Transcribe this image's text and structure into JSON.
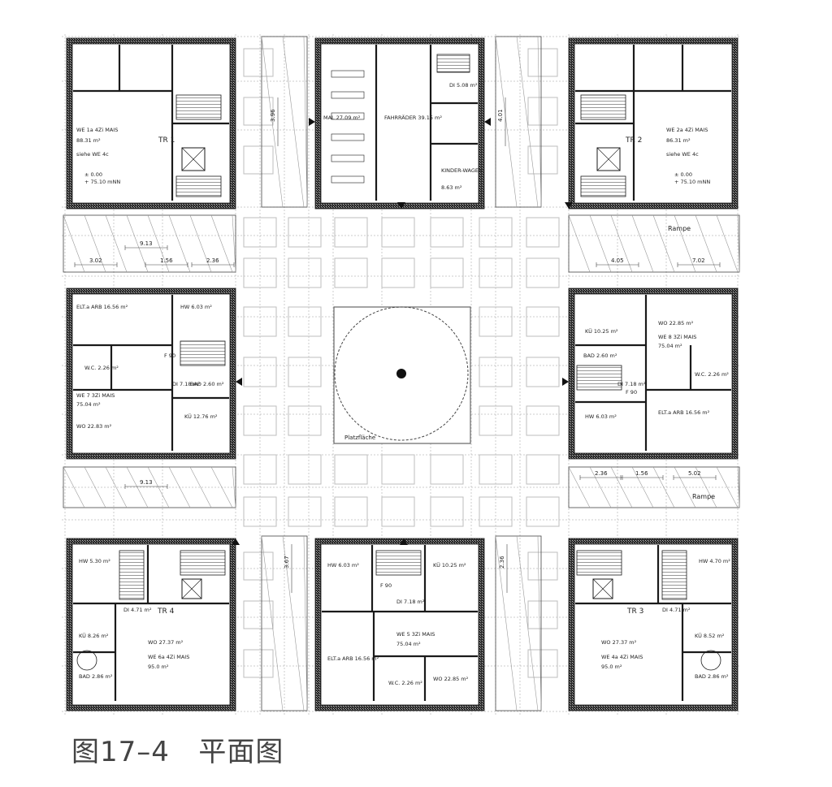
{
  "caption": {
    "figure_number": "图17–4",
    "title": "平面图"
  },
  "colors": {
    "wall": "#1a1a1a",
    "line": "#444444",
    "grid": "#9a9a9a",
    "paving": "#bdbdbd",
    "caption": "#444444"
  },
  "towers": [
    {
      "key": "nw",
      "label": "TR 1",
      "lines": [
        "WE 1a 4Zi MAIS",
        "88.31 m²",
        "siehe WE 4c",
        "± 0.00",
        "+ 75.10 mNN"
      ]
    },
    {
      "key": "ne",
      "label": "TR 2",
      "lines": [
        "WE 2a 4Zi MAIS",
        "86.31 m²",
        "siehe WE 4c",
        "± 0.00",
        "+ 75.10 mNN"
      ]
    },
    {
      "key": "sw",
      "label": "TR 4",
      "lines": [
        "WO 27.37 m²",
        "WE 6a 4Zi MAIS",
        "95.0 m²",
        "KÜ 8.26 m²",
        "BAD 2.86 m²",
        "HW 5.30 m²",
        "DI 4.71 m²"
      ]
    },
    {
      "key": "se",
      "label": "TR 3",
      "lines": [
        "WO 27.37 m²",
        "WE 4a 4Zi MAIS",
        "95.0 m²",
        "KÜ 8.52 m²",
        "BAD 2.86 m²",
        "HW 4.70 m²",
        "DI 4.71 m²"
      ]
    }
  ],
  "blocks": [
    {
      "key": "n",
      "lines": [
        "MAL 27.09 m²",
        "FAHRRÄDER 39.15 m²",
        "KINDER-WAGEN",
        "8.63 m²",
        "DI 5.08 m²"
      ]
    },
    {
      "key": "w",
      "lines": [
        "ELT.a ARB 16.56 m²",
        "HW 6.03 m²",
        "W.C. 2.26 m²",
        "WE 7 3Zi MAIS",
        "75.04 m²",
        "WO 22.83 m²",
        "KÜ 12.76 m²",
        "DI 7.18 m²",
        "BAD 2.60 m²",
        "F 90"
      ]
    },
    {
      "key": "e",
      "lines": [
        "WO 22.85 m²",
        "WE 8 3Zi MAIS",
        "75.04 m²",
        "W.C. 2.26 m²",
        "KÜ 10.25 m²",
        "BAD 2.60 m²",
        "DI 7.18 m²",
        "HW 6.03 m²",
        "ELT.a ARB 16.56 m²",
        "F 90"
      ]
    },
    {
      "key": "s",
      "lines": [
        "HW 6.03 m²",
        "KÜ 10.25 m²",
        "DI 7.18 m²",
        "WE 5 3Zi MAIS",
        "75.04 m²",
        "ELT.a ARB 16.56 m²",
        "W.C. 2.26 m²",
        "WO 22.85 m²",
        "F 90"
      ]
    }
  ],
  "plaza": {
    "label": "Platzfläche"
  },
  "ramps": [
    {
      "key": "ramp-ne",
      "label": "Rampe"
    },
    {
      "key": "ramp-e",
      "label": "Rampe"
    }
  ],
  "dimensions": [
    "9.13",
    "3.02",
    "1.56",
    "2.36",
    "4.05",
    "7.02",
    "9.13",
    "2.36",
    "1.56",
    "5.02",
    "3.96",
    "4.01",
    "3.67",
    "2.36"
  ]
}
